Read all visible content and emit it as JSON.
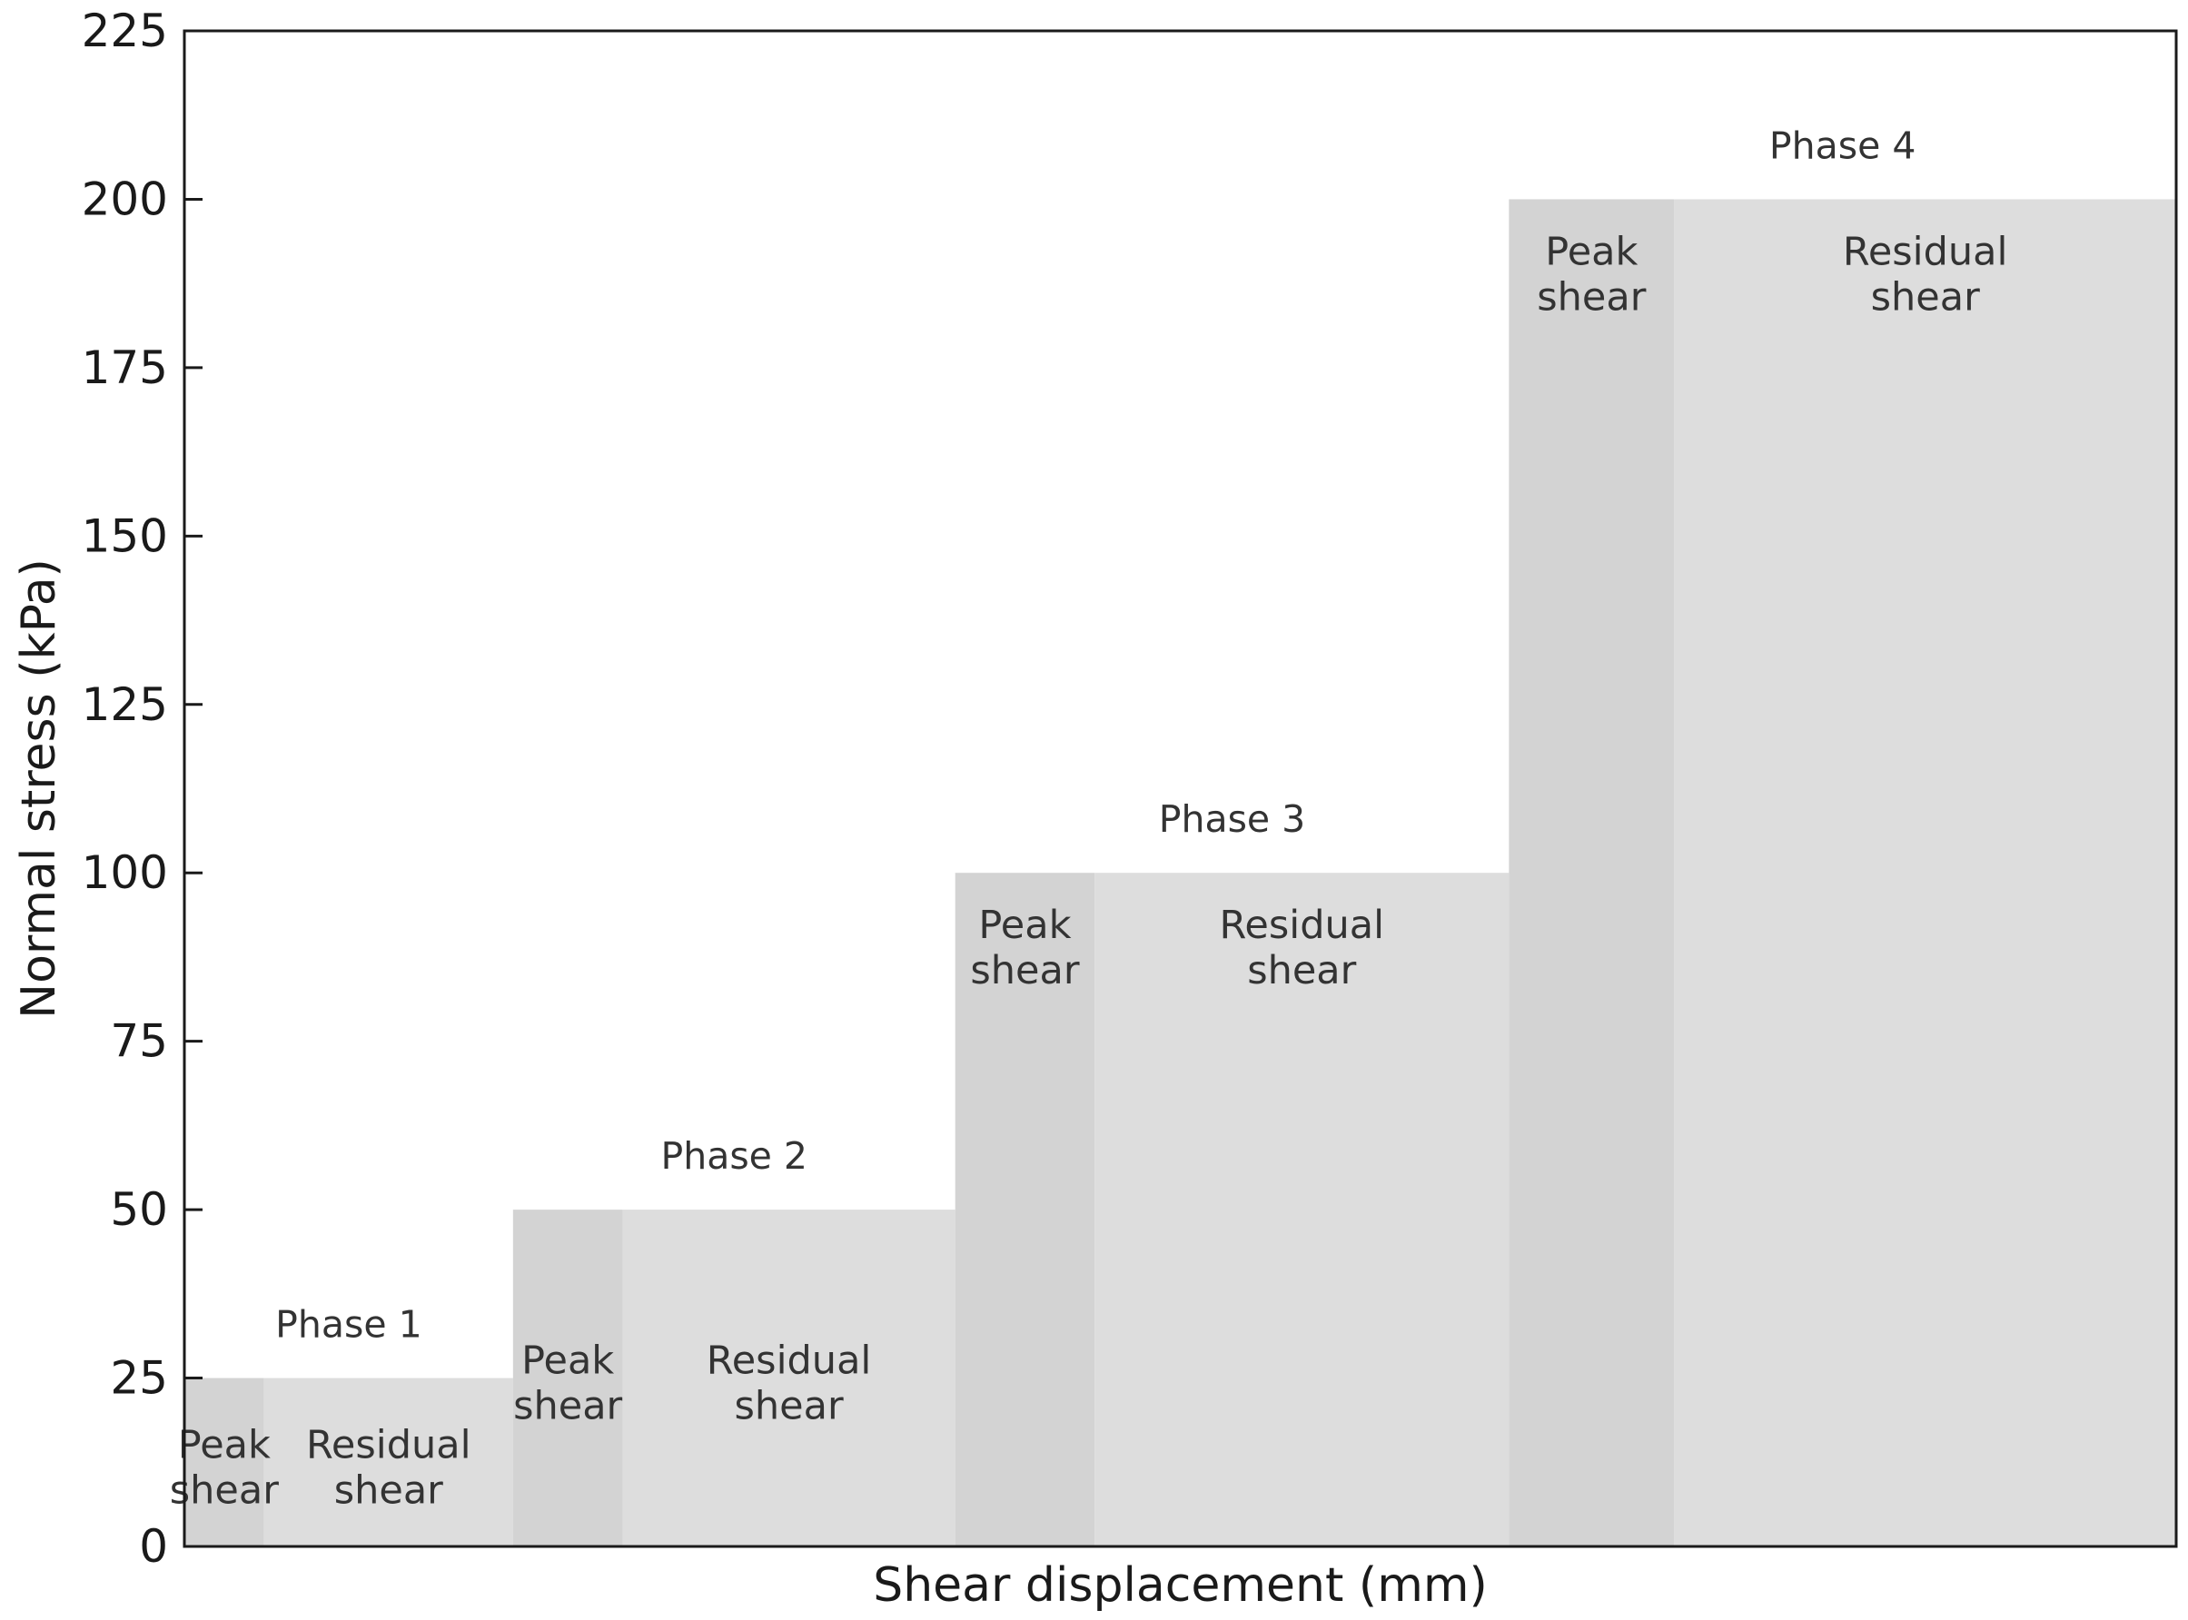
{
  "chart_data": {
    "type": "bar",
    "xlabel": "Shear displacement (mm)",
    "ylabel": "Normal stress (kPa)",
    "ylim": [
      0,
      225
    ],
    "yticks": [
      0,
      25,
      50,
      75,
      100,
      125,
      150,
      175,
      200,
      225
    ],
    "grid": false,
    "x_tick_labels_shown": false,
    "colors": {
      "peak": "#d3d3d3",
      "residual": "#dddddd",
      "axis": "#1a1a1a",
      "text": "#333333"
    },
    "phases": [
      {
        "name": "Phase 1",
        "normal_stress": 25,
        "segments": [
          {
            "kind": "peak",
            "line1": "Peak",
            "line2": "shear",
            "span": 0.04
          },
          {
            "kind": "residual",
            "line1": "Residual",
            "line2": "shear",
            "span": 0.125
          }
        ]
      },
      {
        "name": "Phase 2",
        "normal_stress": 50,
        "segments": [
          {
            "kind": "peak",
            "line1": "Peak",
            "line2": "shear",
            "span": 0.055
          },
          {
            "kind": "residual",
            "line1": "Residual",
            "line2": "shear",
            "span": 0.167
          }
        ]
      },
      {
        "name": "Phase 3",
        "normal_stress": 100,
        "segments": [
          {
            "kind": "peak",
            "line1": "Peak",
            "line2": "shear",
            "span": 0.07
          },
          {
            "kind": "residual",
            "line1": "Residual",
            "line2": "shear",
            "span": 0.208
          }
        ]
      },
      {
        "name": "Phase 4",
        "normal_stress": 200,
        "segments": [
          {
            "kind": "peak",
            "line1": "Peak",
            "line2": "shear",
            "span": 0.083
          },
          {
            "kind": "residual",
            "line1": "Residual",
            "line2": "shear",
            "span": 0.252
          }
        ]
      }
    ]
  }
}
